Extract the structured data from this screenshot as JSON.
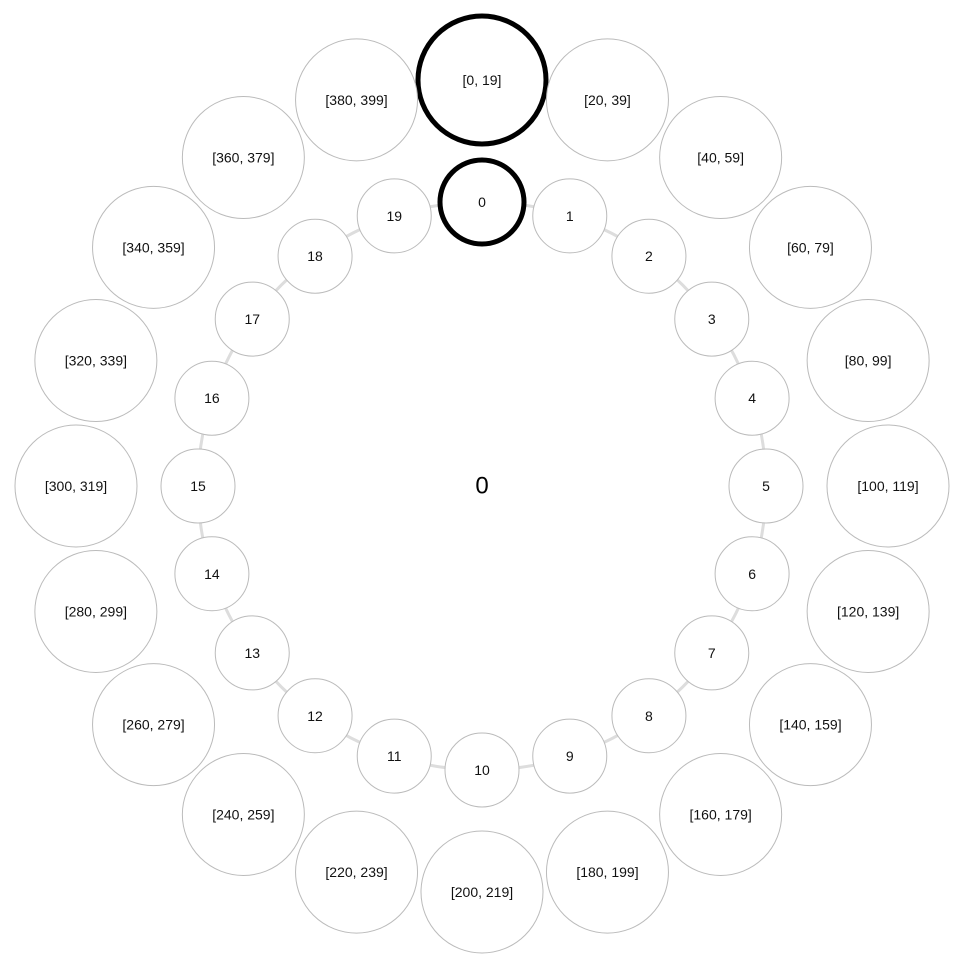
{
  "center_value": "0",
  "selected_index": 0,
  "selected_range_index": 0,
  "inner_ring": [
    "0",
    "1",
    "2",
    "3",
    "4",
    "5",
    "6",
    "7",
    "8",
    "9",
    "10",
    "11",
    "12",
    "13",
    "14",
    "15",
    "16",
    "17",
    "18",
    "19"
  ],
  "outer_ring": [
    "[0, 19]",
    "[20, 39]",
    "[40, 59]",
    "[60, 79]",
    "[80, 99]",
    "[100, 119]",
    "[120, 139]",
    "[140, 159]",
    "[160, 179]",
    "[180, 199]",
    "[200, 219]",
    "[220, 239]",
    "[240, 259]",
    "[260, 279]",
    "[280, 299]",
    "[300, 319]",
    "[320, 339]",
    "[340, 359]",
    "[360, 379]",
    "[380, 399]"
  ],
  "colors": {
    "selected_stroke": "#000000",
    "node_stroke": "#bbbbbb",
    "ring_line": "#dddddd"
  }
}
